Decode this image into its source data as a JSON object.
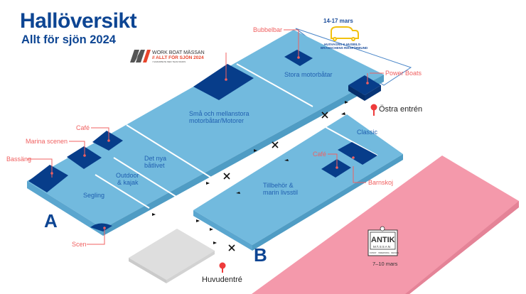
{
  "header": {
    "title": "Hallöversikt",
    "subtitle": "Allt för sjön 2024"
  },
  "colors": {
    "hall_top": "#72bade",
    "hall_side": "#4f9cc4",
    "booth": "#073d8a",
    "label_red": "#f06060",
    "title_blue": "#0d4593",
    "antik_pink": "#f499ab",
    "entrance_gray": "#dcdcdc"
  },
  "logos": {
    "workboat": {
      "line1": "WORK BOAT MÄSSAN",
      "line2": "// ALLT FÖR SJÖN 2024",
      "line3": "I SAMARBETE MED TEAM MARIN"
    },
    "husvagn": {
      "dates": "14-17 mars",
      "line1": "HUSVAGNS & HUSBILS-",
      "line2": "BRANSCHENS RIKSFÖRBUND",
      "icon": "camper-van-icon"
    },
    "antik": {
      "name": "ANTIK",
      "sub": "MÄSSAN",
      "tagline": "KONST · INREDNING · DESIGN",
      "dates": "7–10 mars"
    }
  },
  "halls": {
    "a": {
      "letter": "A",
      "areas": {
        "segling": "Segling",
        "outdoor_1": "Outdoor",
        "outdoor_2": "& kajak",
        "nya_1": "Det nya",
        "nya_2": "båtlivet",
        "sma_1": "Små och mellanstora",
        "sma_2": "motorbåtar/Motorer",
        "stora": "Stora motorbåtar"
      }
    },
    "b": {
      "letter": "B",
      "areas": {
        "tillbehor_1": "Tillbehör &",
        "tillbehor_2": "marin livsstil",
        "classic": "Classic"
      }
    }
  },
  "poi_labels": {
    "bassang": "Bassäng",
    "marina_scenen": "Marina scenen",
    "cafe_a": "Café",
    "scen": "Scen",
    "bubbelbar": "Bubbelbar",
    "power_boats": "Power Boats",
    "cafe_b": "Café",
    "barnskoj": "Barnskoj"
  },
  "entrances": {
    "main": "Huvudentré",
    "east": "Östra entrén"
  }
}
